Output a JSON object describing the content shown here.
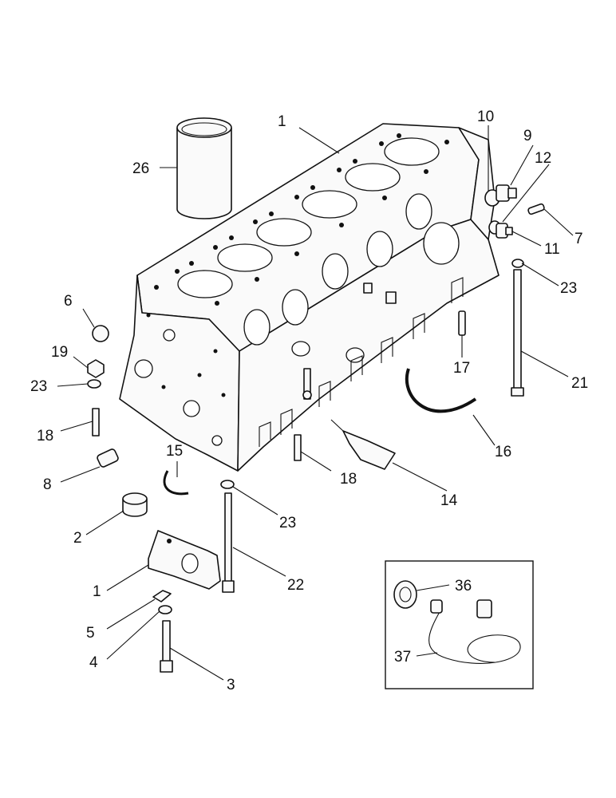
{
  "callouts": [
    "1",
    "26",
    "10",
    "9",
    "12",
    "11",
    "7",
    "23",
    "21",
    "17",
    "16",
    "14",
    "18",
    "23",
    "22",
    "15",
    "6",
    "19",
    "23",
    "18",
    "8",
    "2",
    "1",
    "5",
    "4",
    "3",
    "36",
    "37"
  ]
}
